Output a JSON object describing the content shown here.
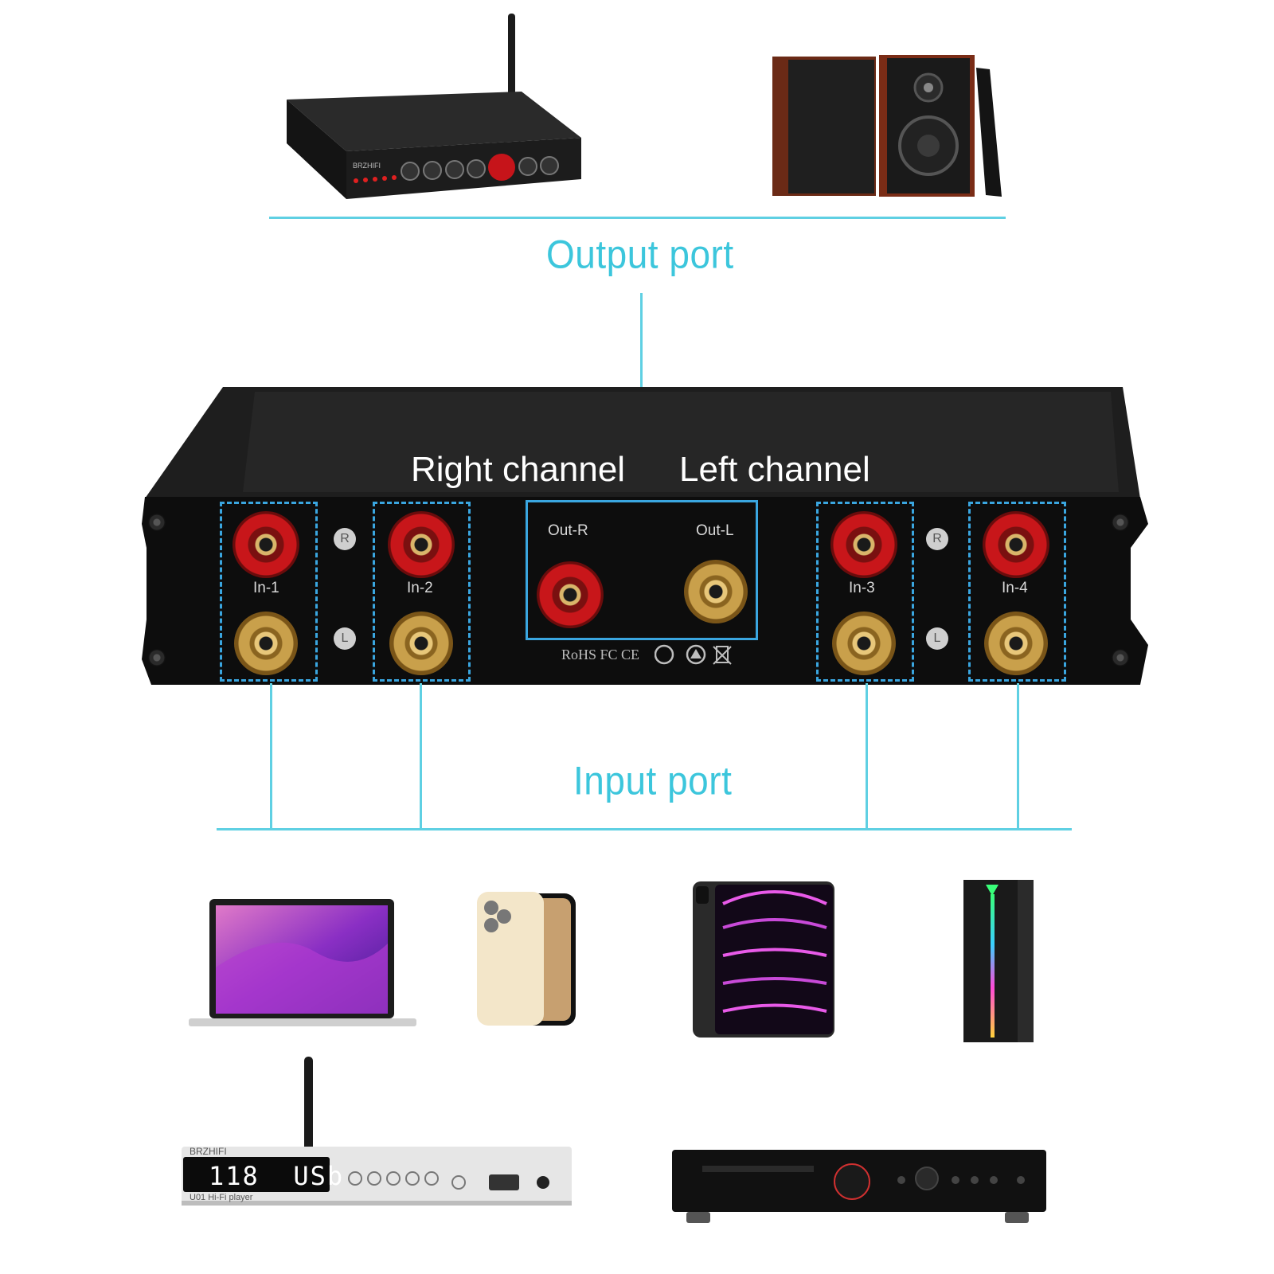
{
  "labels": {
    "output_port": "Output port",
    "input_port": "Input port",
    "right_channel": "Right channel",
    "left_channel": "Left channel"
  },
  "ports": {
    "in1": "In-1",
    "in2": "In-2",
    "in3": "In-3",
    "in4": "In-4",
    "out_r": "Out-R",
    "out_l": "Out-L",
    "badge_r": "R",
    "badge_l": "L"
  },
  "certifications": "RoHS FC CE",
  "devices": {
    "top_amp_brand": "BRZHIFI",
    "player_display": "118  USb",
    "player_model": "U01 Hi-Fi player",
    "player_brand": "BRZHIFI"
  },
  "colors": {
    "accent_line": "#5fd0e3",
    "title_text": "#3cc6dc",
    "box_border": "#3aa6e0",
    "chassis": "#0d0d0d"
  }
}
